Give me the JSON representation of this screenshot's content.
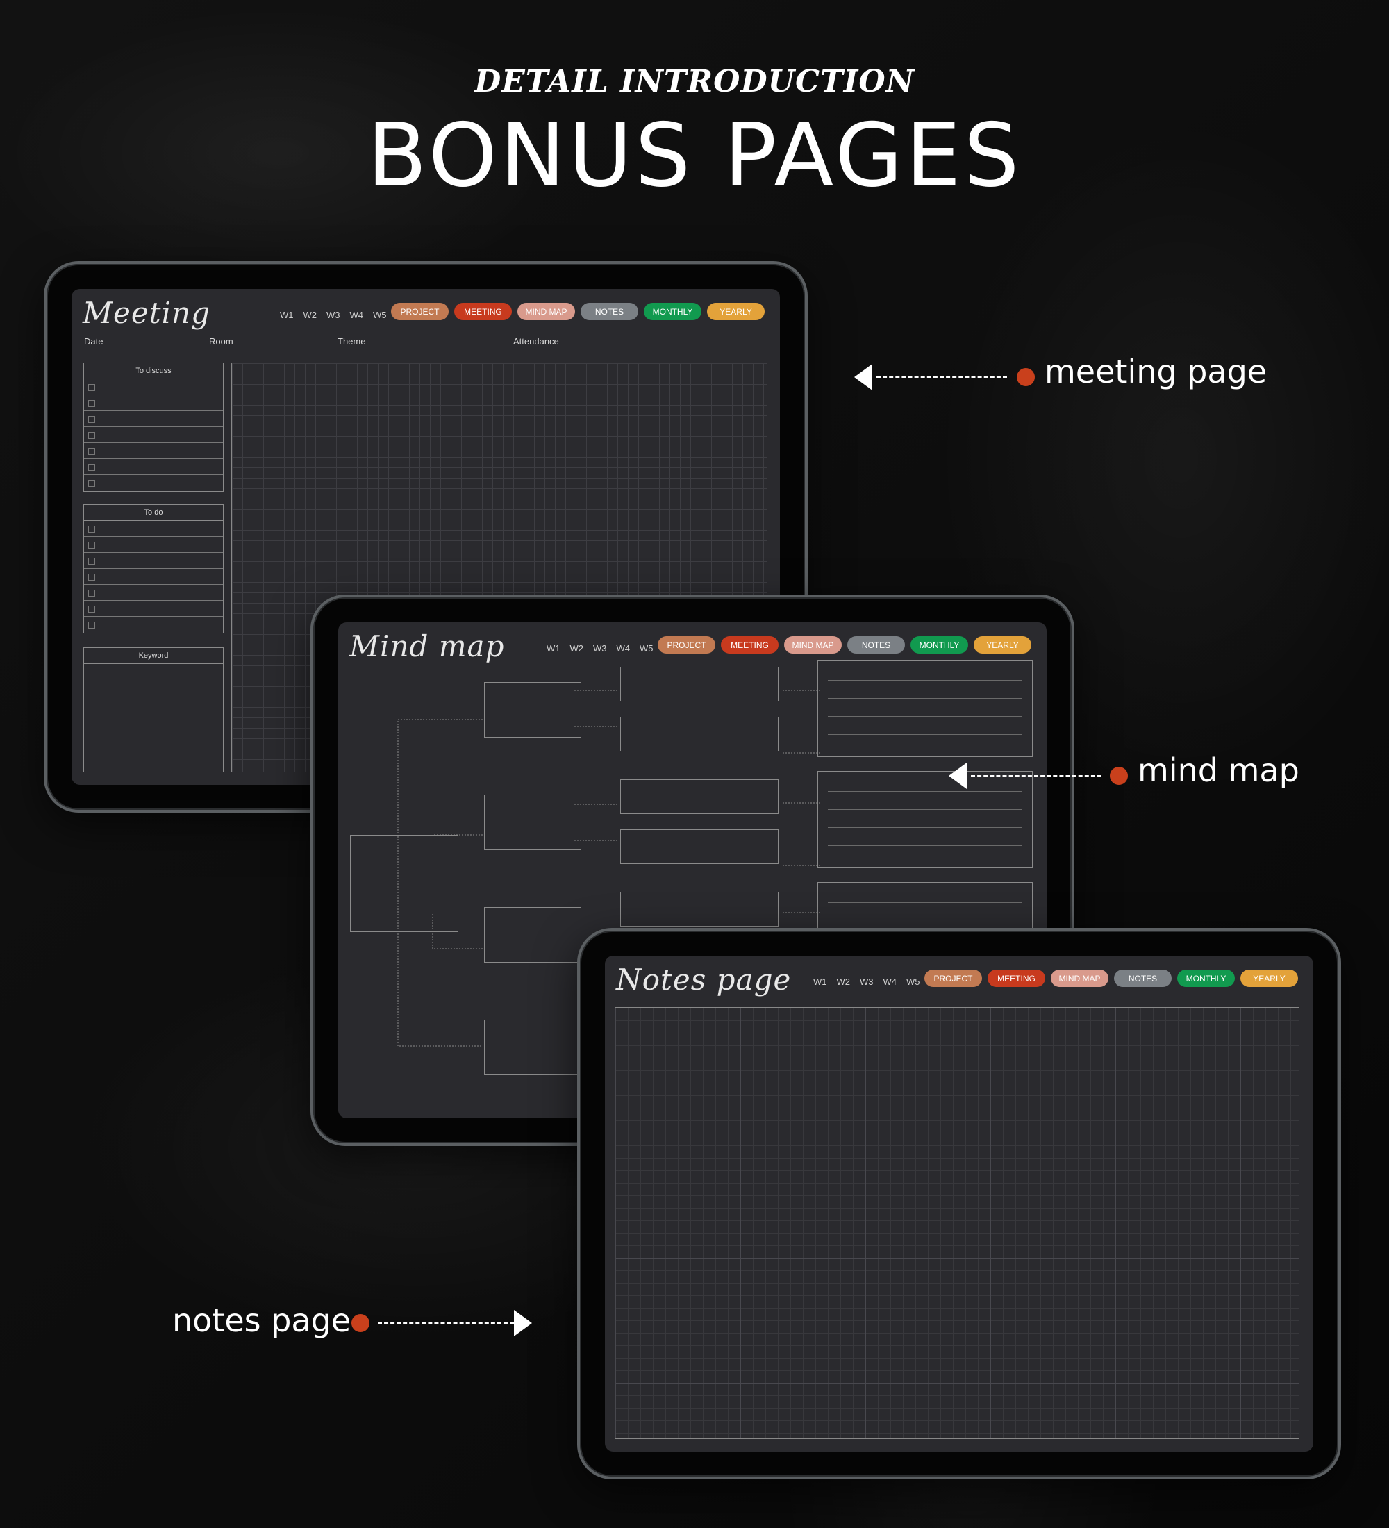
{
  "header": {
    "subtitle": "DETAIL INTRODUCTION",
    "title": "BONUS PAGES"
  },
  "weeks": [
    "W1",
    "W2",
    "W3",
    "W4",
    "W5"
  ],
  "tabs": [
    {
      "label": "PROJECT",
      "color": "#c27a52"
    },
    {
      "label": "MEETING",
      "color": "#c83a1e"
    },
    {
      "label": "MIND MAP",
      "color": "#d99a8c"
    },
    {
      "label": "NOTES",
      "color": "#7b8085"
    },
    {
      "label": "MONTHLY",
      "color": "#119a4f"
    },
    {
      "label": "YEARLY",
      "color": "#e3a23a"
    }
  ],
  "meeting": {
    "title": "Meeting",
    "fields": {
      "date": "Date",
      "room": "Room",
      "theme": "Theme",
      "attendance": "Attendance"
    },
    "to_discuss": "To discuss",
    "to_do": "To do",
    "keyword": "Keyword"
  },
  "mindmap": {
    "title": "Mind map"
  },
  "notes": {
    "title": "Notes page"
  },
  "labels": {
    "meeting": "meeting page",
    "mindmap": "mind map",
    "notes": "notes page"
  },
  "accent": "#c9401c"
}
